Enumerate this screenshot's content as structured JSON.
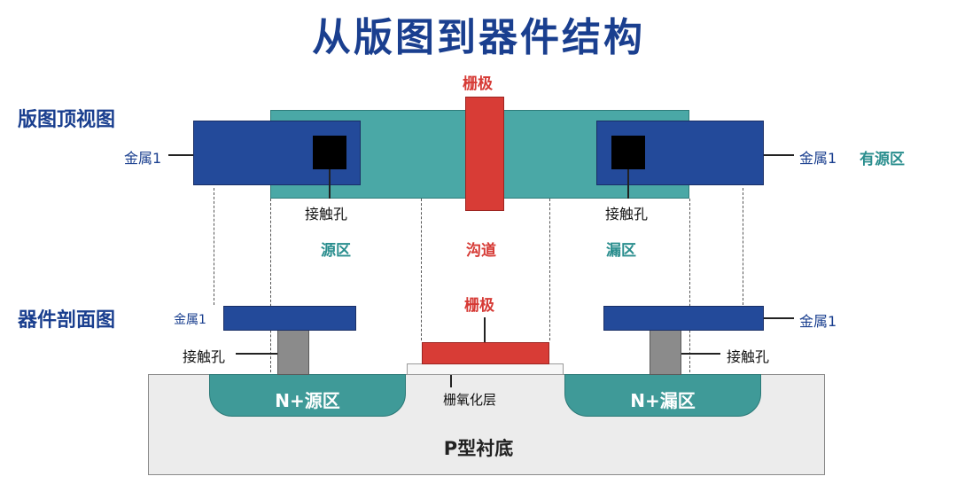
{
  "title": "从版图到器件结构",
  "top_view": {
    "section_label": "版图顶视图",
    "gate_label": "栅极",
    "metal_left_label": "金属1",
    "metal_right_label": "金属1",
    "active_label": "有源区",
    "contact_left_label": "接触孔",
    "contact_right_label": "接触孔",
    "source_label": "源区",
    "channel_label": "沟道",
    "drain_label": "漏区"
  },
  "cross_section": {
    "section_label": "器件剖面图",
    "gate_label": "栅极",
    "metal_left_label": "金属1",
    "metal_right_label": "金属1",
    "contact_left_label": "接触孔",
    "contact_right_label": "接触孔",
    "oxide_label": "栅氧化层",
    "source_label": "N+源区",
    "drain_label": "N+漏区",
    "substrate_label": "P型衬底"
  },
  "colors": {
    "title": "#1a3f8f",
    "metal": "#234a9a",
    "active_region": "#4aa8a6",
    "gate": "#d83c36",
    "contact": "#000000",
    "substrate": "#ececec"
  }
}
